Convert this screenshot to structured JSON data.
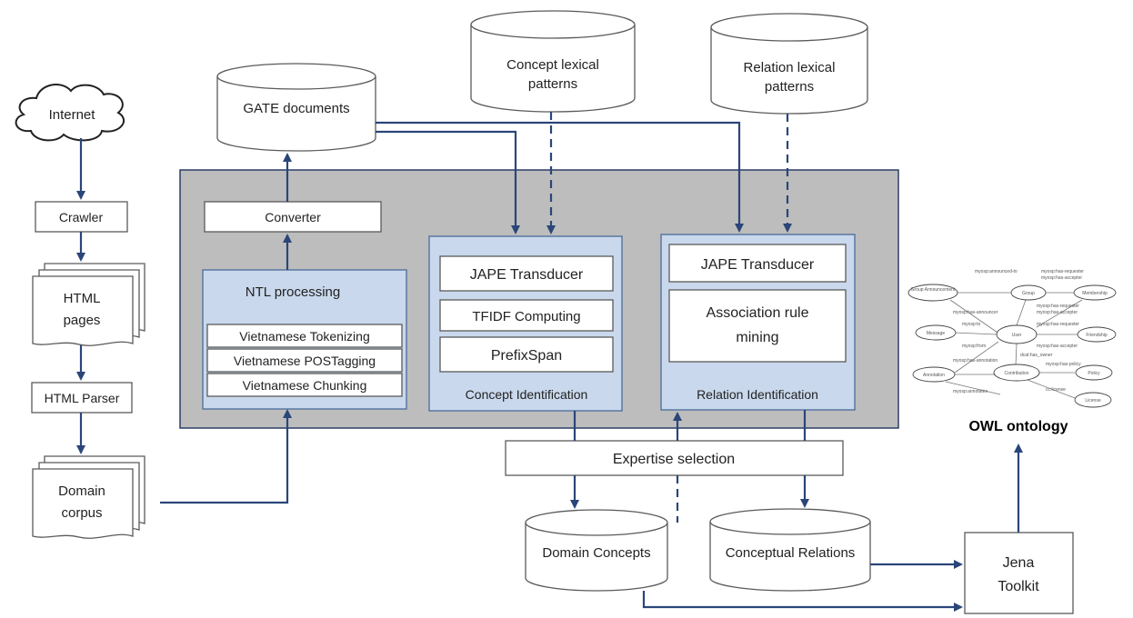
{
  "nodes": {
    "internet": "Internet",
    "crawler": "Crawler",
    "html_pages": [
      "HTML",
      "pages"
    ],
    "html_parser": "HTML Parser",
    "domain_corpus": [
      "Domain",
      "corpus"
    ],
    "gate_documents": "GATE documents",
    "concept_lexical_patterns": [
      "Concept lexical",
      "patterns"
    ],
    "relation_lexical_patterns": [
      "Relation lexical",
      "patterns"
    ],
    "converter": "Converter",
    "ntl_processing": "NTL processing",
    "vn_tokenizing": "Vietnamese Tokenizing",
    "vn_postagging": "Vietnamese POSTagging",
    "vn_chunking": "Vietnamese Chunking",
    "jape_transducer_concept": "JAPE Transducer",
    "tfidf_computing": "TFIDF Computing",
    "prefixspan": "PrefixSpan",
    "concept_identification": "Concept Identification",
    "jape_transducer_relation": "JAPE Transducer",
    "association_rule_mining": [
      "Association rule",
      "mining"
    ],
    "relation_identification": "Relation Identification",
    "expertise_selection": "Expertise selection",
    "domain_concepts": "Domain Concepts",
    "conceptual_relations": "Conceptual Relations",
    "jena_toolkit": [
      "Jena",
      "Toolkit"
    ],
    "owl_ontology": "OWL ontology"
  },
  "owl_graph": {
    "nodes": [
      "Group Announcement",
      "Group",
      "Membership",
      "Message",
      "User",
      "Friendship",
      "Annotation",
      "Contribution",
      "Policy",
      "License"
    ],
    "edge_labels": [
      "myosp:announced-to",
      "myosp:has-requester",
      "myosp:has-accepter",
      "myosp:has-announcer",
      "myosp:has-requester",
      "myosp:has-accepter",
      "myosp:to",
      "myosp:from",
      "myosp:has-requester",
      "myosp:has-accepter",
      "myosp:has-annotation",
      "dcat:has_owner",
      "myosp:has-policy",
      "myosp:annotates",
      "cc:license"
    ]
  }
}
